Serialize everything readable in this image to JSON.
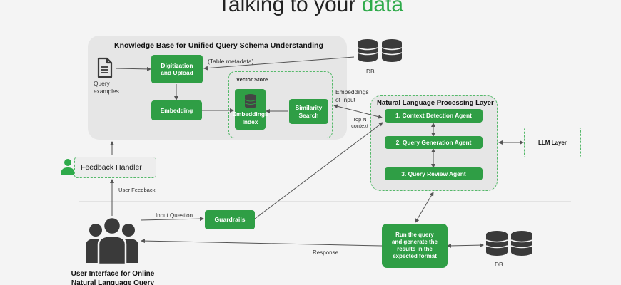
{
  "title": {
    "prefix": "Talking to your",
    "accent": "data"
  },
  "knowledge_base": {
    "title": "Knowledge Base for Unified Query Schema Understanding",
    "query_examples": "Query\nexamples",
    "digitization": "Digitization\nand Upload",
    "table_metadata": "(Table metadata)",
    "embedding": "Embedding",
    "vector_store": {
      "title": "Vector Store",
      "embeddings_index": "Embeddings\nIndex",
      "similarity_search": "Similarity\nSearch"
    }
  },
  "db_top": "DB",
  "db_bottom": "DB",
  "embeddings_of_input": "Embeddings\nof Input",
  "top_n_context": "Top N\ncontext",
  "nlp_layer": {
    "title": "Natural Language Processing Layer",
    "agents": [
      "1. Context Detection Agent",
      "2. Query Generation Agent",
      "3. Query Review Agent"
    ]
  },
  "llm_layer": "LLM Layer",
  "feedback_handler": "Feedback Handler",
  "user_feedback": "User Feedback",
  "input_question": "Input Question",
  "guardrails": "Guardrails",
  "run_query": "Run the query\nand generate the\nresults in the\nexpected format",
  "response": "Response",
  "ui": "User Interface for Online\nNatural Language Query",
  "colors": {
    "accent": "#2eaa4a",
    "box": "#2f9e45",
    "panel": "#e6e6e6",
    "icon": "#3a3a3a"
  }
}
